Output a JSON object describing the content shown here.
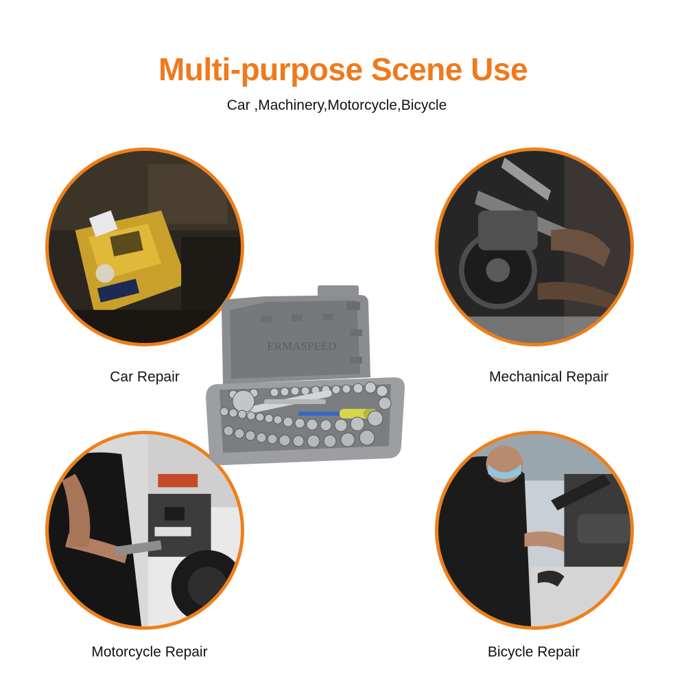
{
  "header": {
    "title": "Multi-purpose Scene Use",
    "subtitle": "Car ,Machinery,Motorcycle,Bicycle"
  },
  "scenes": [
    {
      "label": "Car Repair",
      "image": "car-repair-photo"
    },
    {
      "label": "Mechanical Repair",
      "image": "mechanical-repair-photo"
    },
    {
      "label": "Motorcycle Repair",
      "image": "motorcycle-repair-photo"
    },
    {
      "label": "Bicycle Repair",
      "image": "bicycle-repair-photo"
    }
  ],
  "product": {
    "brand": "ERMASPEED",
    "image": "socket-wrench-set-case"
  },
  "colors": {
    "accent": "#ee7a1d",
    "circle_border": "#ef7f1a",
    "text": "#111111",
    "case_gray": "#7a7c7f"
  }
}
